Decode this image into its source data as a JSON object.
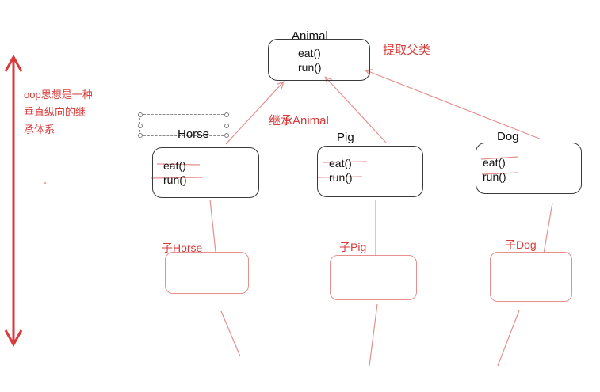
{
  "colors": {
    "red": "#d93a3a",
    "line_red": "#e58f8f",
    "black": "#3a3a3a"
  },
  "side_note": {
    "line1": "oop思想是一种",
    "line2": "垂直纵向的继",
    "line3": "承体系"
  },
  "stray_mark": "-",
  "parent": {
    "name": "Animal",
    "methods": [
      "eat()",
      "run()"
    ],
    "label": "提取父类"
  },
  "inherit_label": "继承Animal",
  "children": [
    {
      "name": "Horse",
      "methods": [
        "eat()",
        "run()"
      ],
      "sub_label": "子Horse"
    },
    {
      "name": "Pig",
      "methods": [
        "eat()",
        "run()"
      ],
      "sub_label": "子Pig"
    },
    {
      "name": "Dog",
      "methods": [
        "eat()",
        "run()"
      ],
      "sub_label": "子Dog"
    }
  ]
}
